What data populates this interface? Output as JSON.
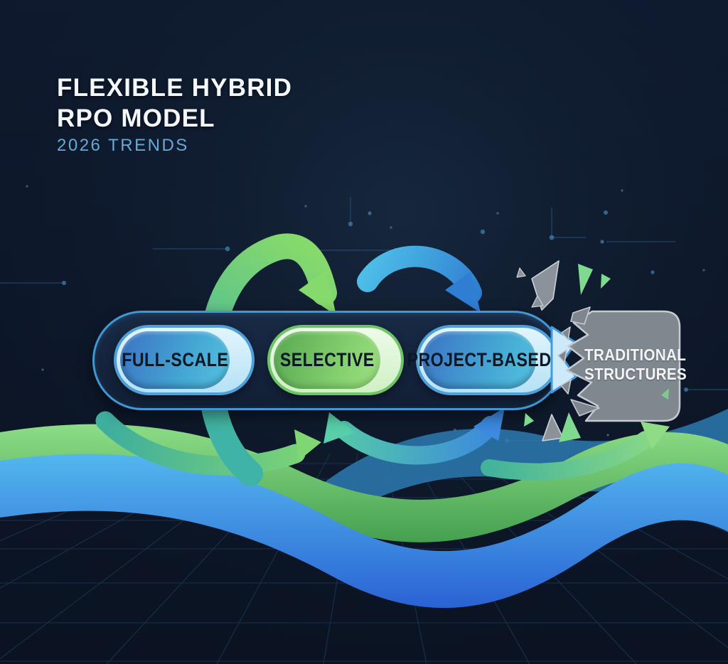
{
  "header": {
    "title_line1": "FLEXIBLE HYBRID",
    "title_line2": "RPO MODEL",
    "subtitle": "2026 TRENDS"
  },
  "model": {
    "options": [
      {
        "label": "FULL-SCALE",
        "color": "blue"
      },
      {
        "label": "SELECTIVE",
        "color": "green"
      },
      {
        "label": "PROJECT-BASED",
        "color": "blue"
      }
    ]
  },
  "traditional": {
    "line1": "TRADITIONAL",
    "line2": "STRUCTURES"
  },
  "colors": {
    "background": "#0d1729",
    "accent_blue": "#4aa7e2",
    "accent_green": "#7ccb6e",
    "wave_green": "#6cc76d",
    "wave_blue": "#3a8de4",
    "box_gray": "#868d95",
    "title_white": "#f5f8fb",
    "subtitle_blue": "#69a9d8",
    "pill_text": "#0c1826"
  }
}
